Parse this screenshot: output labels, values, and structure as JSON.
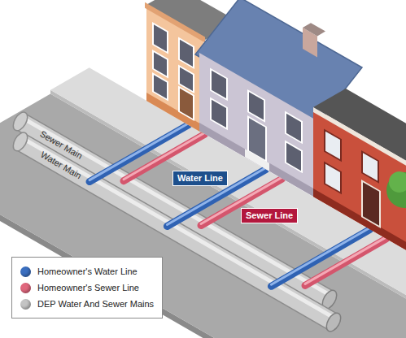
{
  "diagram": {
    "nodes": [
      {
        "text": [
          "Water Line"
        ]
      },
      {
        "text": [
          "Sewer Line"
        ]
      }
    ],
    "labels": [
      "Sewer Main",
      "Water Main"
    ],
    "legend": [
      {
        "text": "Homeowner's Water Line",
        "color": "#3b6fc0"
      },
      {
        "text": "Homeowner's Sewer Line",
        "color": "#e0677d"
      },
      {
        "text": "DEP Water And Sewer Mains",
        "color": "#c4c4c4"
      }
    ]
  }
}
